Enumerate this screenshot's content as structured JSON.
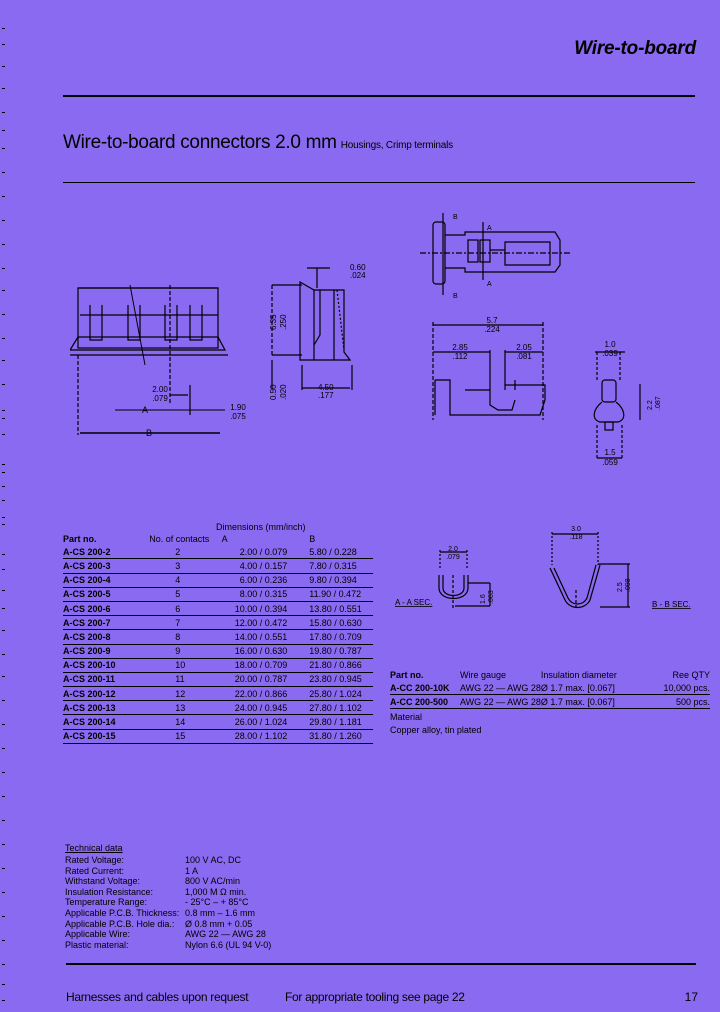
{
  "header": {
    "section_title": "Wire-to-board"
  },
  "page": {
    "heading": "Wire-to-board connectors 2.0 mm",
    "subheading": "Housings, Crimp terminals"
  },
  "drawings": {
    "housing_front": {
      "dim_pitch_mm": "2.00",
      "dim_pitch_in": ".079",
      "dim_offset_mm": "1.90",
      "dim_offset_in": ".075",
      "label_a": "A",
      "label_b": "B"
    },
    "housing_side": {
      "dim_top_mm": "0.60",
      "dim_top_in": ".024",
      "dim_height_mm": "6.35",
      "dim_height_in": ".250",
      "dim_base_mm": "0.50",
      "dim_base_in": ".020",
      "dim_depth_mm": "4.50",
      "dim_depth_in": ".177"
    },
    "terminal_top": {
      "label_a": "A",
      "label_b": "B"
    },
    "terminal_side": {
      "dim_length_mm": "5.7",
      "dim_length_in": ".224",
      "dim_left_mm": "2.85",
      "dim_left_in": ".112",
      "dim_right_mm": "2.05",
      "dim_right_in": ".081"
    },
    "terminal_end": {
      "dim_top_mm": "1.0",
      "dim_top_in": ".039",
      "dim_height_mm": "2.2",
      "dim_height_in": ".087",
      "dim_bottom_mm": "1.5",
      "dim_bottom_in": ".059"
    },
    "section_aa": {
      "label": "A - A  SEC.",
      "dim_width_mm": "2.0",
      "dim_width_in": ".079",
      "dim_height_mm": "1.6",
      "dim_height_in": ".063"
    },
    "section_bb": {
      "label": "B - B  SEC.",
      "dim_width_mm": "3.0",
      "dim_width_in": ".118",
      "dim_height_mm": "2.5",
      "dim_height_in": ".098"
    }
  },
  "housings_table": {
    "dimensions_caption": "Dimensions (mm/inch)",
    "headers": {
      "part_no": "Part no.",
      "contacts": "No. of contacts",
      "a": "A",
      "b": "B"
    },
    "rows": [
      {
        "part_no": "A-CS 200-2",
        "contacts": "2",
        "a": "2.00 / 0.079",
        "b": "5.80 / 0.228"
      },
      {
        "part_no": "A-CS 200-3",
        "contacts": "3",
        "a": "4.00 / 0.157",
        "b": "7.80 / 0.315"
      },
      {
        "part_no": "A-CS 200-4",
        "contacts": "4",
        "a": "6.00 / 0.236",
        "b": "9.80 / 0.394"
      },
      {
        "part_no": "A-CS 200-5",
        "contacts": "5",
        "a": "8.00 / 0.315",
        "b": "11.90 / 0.472"
      },
      {
        "part_no": "A-CS 200-6",
        "contacts": "6",
        "a": "10.00 / 0.394",
        "b": "13.80 / 0.551"
      },
      {
        "part_no": "A-CS 200-7",
        "contacts": "7",
        "a": "12.00 / 0.472",
        "b": "15.80 / 0.630"
      },
      {
        "part_no": "A-CS 200-8",
        "contacts": "8",
        "a": "14.00 / 0.551",
        "b": "17.80 / 0.709"
      },
      {
        "part_no": "A-CS 200-9",
        "contacts": "9",
        "a": "16.00 / 0.630",
        "b": "19.80 / 0.787"
      },
      {
        "part_no": "A-CS 200-10",
        "contacts": "10",
        "a": "18.00 / 0.709",
        "b": "21.80 / 0.866"
      },
      {
        "part_no": "A-CS 200-11",
        "contacts": "11",
        "a": "20.00 / 0.787",
        "b": "23.80 / 0.945"
      },
      {
        "part_no": "A-CS 200-12",
        "contacts": "12",
        "a": "22.00 / 0.866",
        "b": "25.80 / 1.024"
      },
      {
        "part_no": "A-CS 200-13",
        "contacts": "13",
        "a": "24.00 / 0.945",
        "b": "27.80 / 1.102"
      },
      {
        "part_no": "A-CS 200-14",
        "contacts": "14",
        "a": "26.00 / 1.024",
        "b": "29.80 / 1.181"
      },
      {
        "part_no": "A-CS 200-15",
        "contacts": "15",
        "a": "28.00 / 1.102",
        "b": "31.80 / 1.260"
      }
    ]
  },
  "terminals_table": {
    "headers": {
      "part_no": "Part no.",
      "wire_gauge": "Wire gauge",
      "insulation": "Insulation diameter",
      "qty": "Ree QTY"
    },
    "rows": [
      {
        "part_no": "A-CC 200-10K",
        "wire_gauge": "AWG 22 — AWG 28",
        "insulation": "Ø 1.7 max. [0.067]",
        "qty": "10,000 pcs."
      },
      {
        "part_no": "A-CC 200-500",
        "wire_gauge": "AWG 22 — AWG 28",
        "insulation": "Ø 1.7 max. [0.067]",
        "qty": "500 pcs."
      }
    ],
    "material_label": "Material",
    "material_value": "Copper alloy, tin plated"
  },
  "technical_data": {
    "title": "Technical data",
    "rows": [
      {
        "key": "Rated Voltage:",
        "value": "100 V AC, DC"
      },
      {
        "key": "Rated Current:",
        "value": "1 A"
      },
      {
        "key": "Withstand Voltage:",
        "value": "800 V AC/min"
      },
      {
        "key": "Insulation Resistance:",
        "value": "1,000 M Ω min."
      },
      {
        "key": "Temperature Range:",
        "value": "- 25°C – + 85°C"
      },
      {
        "key": "Applicable P.C.B. Thickness:",
        "value": "0.8 mm – 1.6 mm"
      },
      {
        "key": "Applicable P.C.B. Hole dia.:",
        "value": "Ø 0.8 mm + 0.05"
      },
      {
        "key": "Applicable Wire:",
        "value": "AWG 22 — AWG 28"
      },
      {
        "key": "Plastic material:",
        "value": "Nylon 6.6 (UL 94 V-0)"
      }
    ]
  },
  "footer": {
    "note_left": "Harnesses and cables upon request",
    "note_mid": "For appropriate tooling see page 22",
    "page_number": "17"
  }
}
